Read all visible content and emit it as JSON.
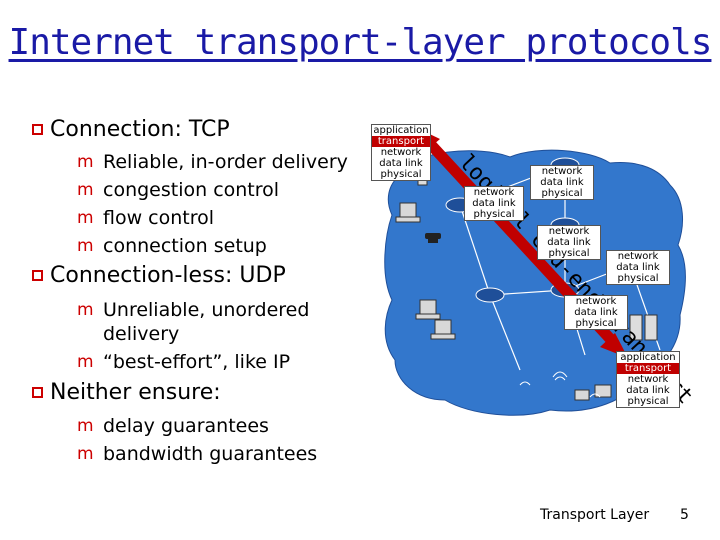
{
  "title": "Internet transport-layer protocols",
  "bullets": {
    "tcp": {
      "label": "Connection: TCP",
      "items": [
        "Reliable, in-order delivery",
        "congestion control",
        "flow control",
        "connection setup"
      ]
    },
    "udp": {
      "label": "Connection-less: UDP",
      "items": [
        "Unreliable, unordered",
        "delivery",
        "“best-effort”, like IP"
      ]
    },
    "neither": {
      "label": "Neither ensure:",
      "items": [
        "delay guarantees",
        "bandwidth guarantees"
      ]
    }
  },
  "diagram": {
    "host_stack": [
      "application",
      "transport",
      "network",
      "data link",
      "physical"
    ],
    "router_stack": [
      "network",
      "data link",
      "physical"
    ],
    "arrow_text": "logical end-end transport",
    "colors": {
      "cloud": "#3377cc",
      "highlight": "#c00000",
      "arrow": "#c00000"
    }
  },
  "footer": {
    "label": "Transport Layer",
    "page": "5"
  }
}
